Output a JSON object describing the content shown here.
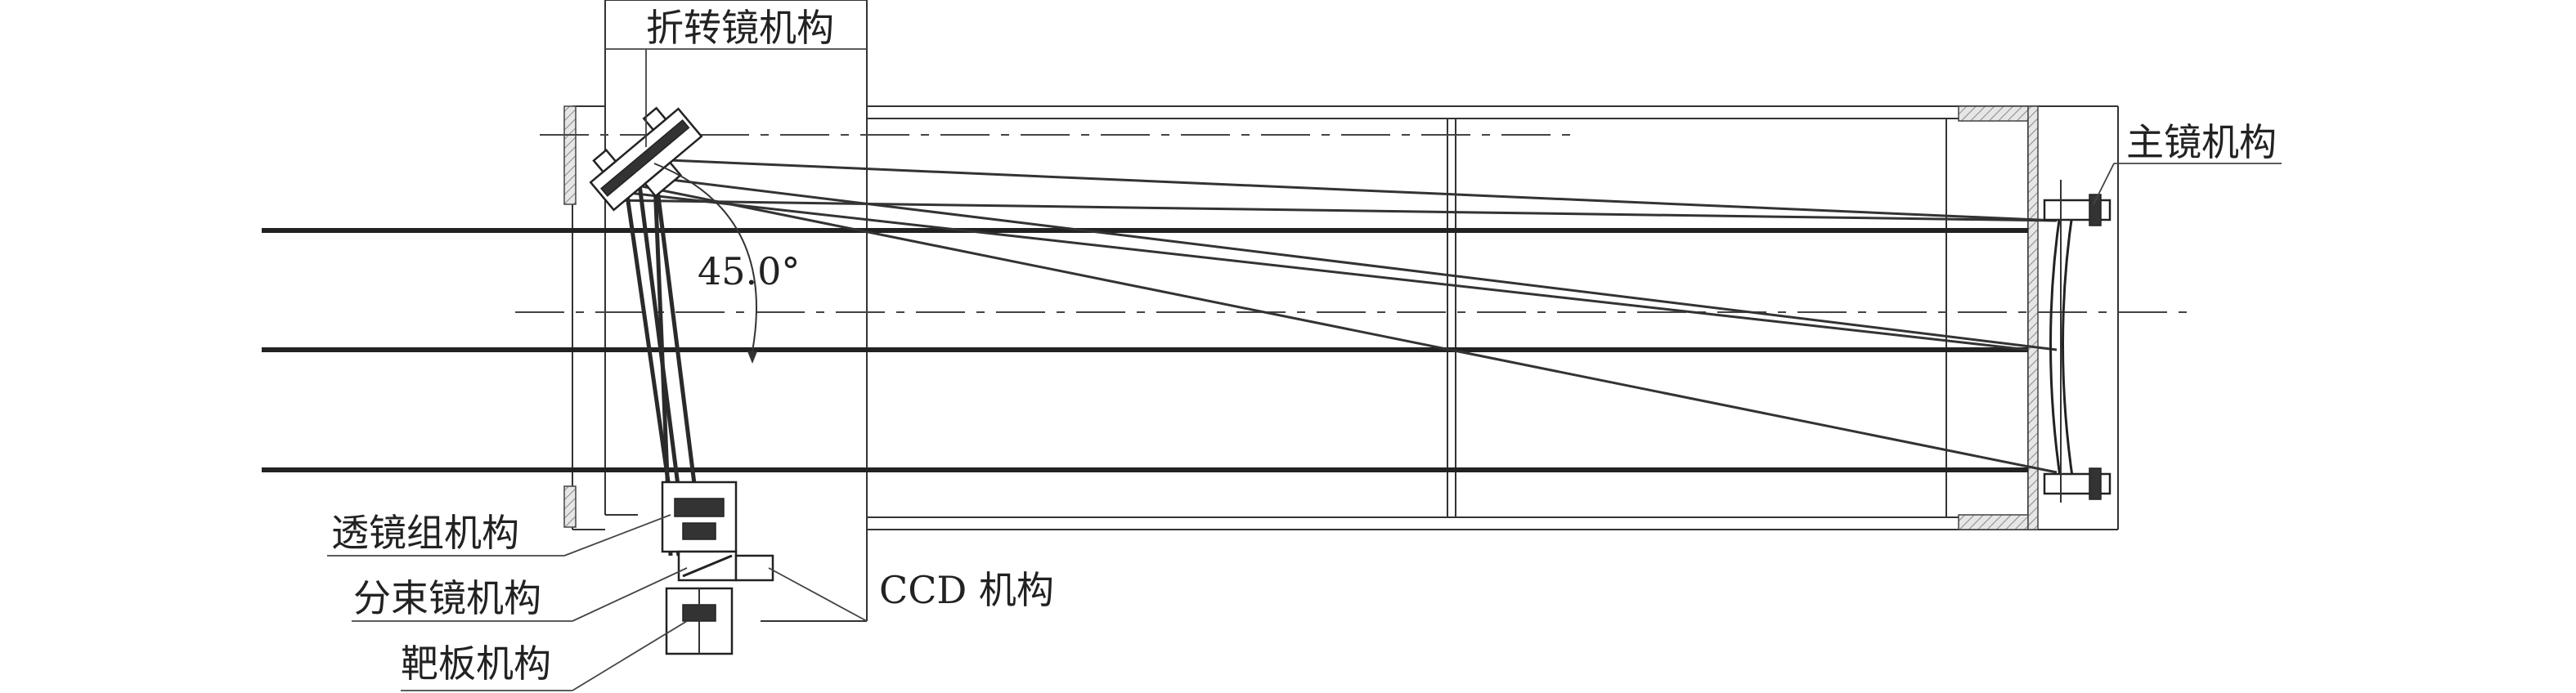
{
  "labels": {
    "fold_mirror": "折转镜机构",
    "primary_mirror": "主镜机构",
    "lens_group": "透镜组机构",
    "beam_splitter": "分束镜机构",
    "target_plate": "靶板机构",
    "ccd": "CCD 机构",
    "angle": "45.0°"
  },
  "colors": {
    "line": "#222222",
    "background": "#ffffff"
  }
}
